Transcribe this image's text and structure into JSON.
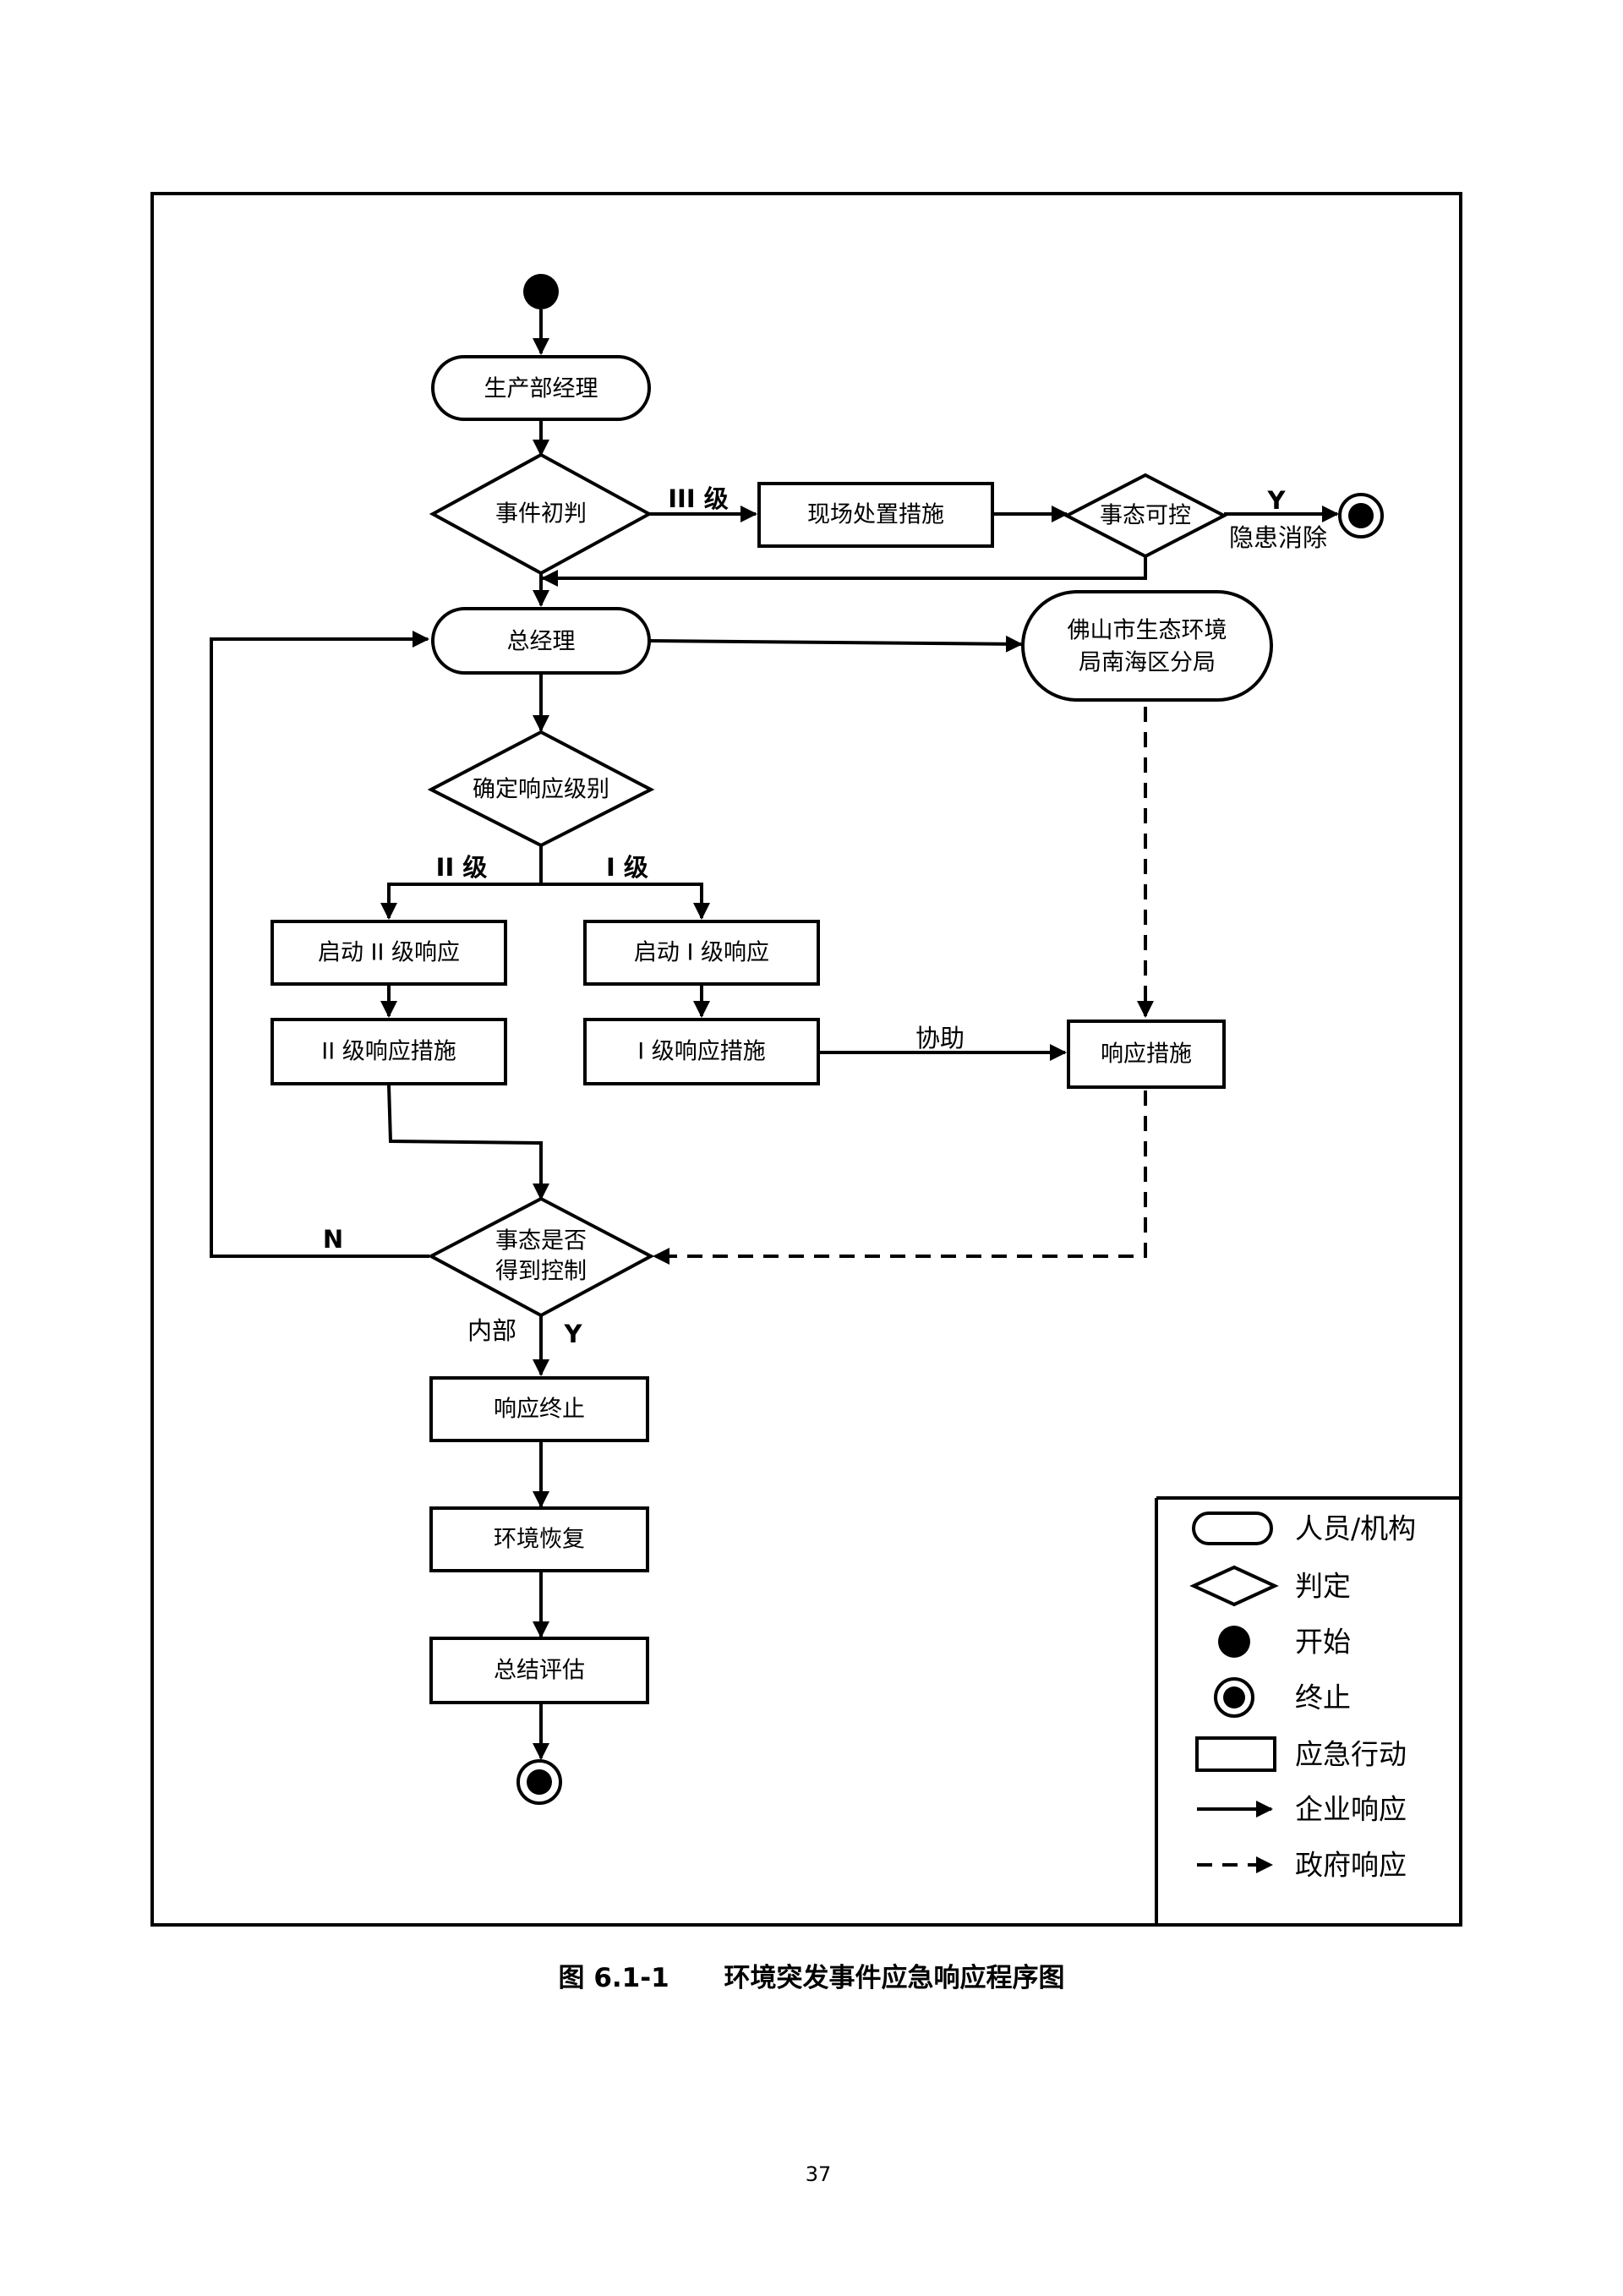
{
  "nodes": {
    "production_manager": "生产部经理",
    "initial_judgement": "事件初判",
    "onsite_measures": "现场处置措施",
    "controllable": "事态可控",
    "general_manager": "总经理",
    "env_bureau_line1": "佛山市生态环境",
    "env_bureau_line2": "局南海区分局",
    "determine_level": "确定响应级别",
    "start_level2": "启动 II 级响应",
    "start_level1": "启动 I 级响应",
    "level2_measures": "II 级响应措施",
    "level1_measures": "I 级响应措施",
    "response_measures": "响应措施",
    "controlled_line1": "事态是否",
    "controlled_line2": "得到控制",
    "response_end": "响应终止",
    "env_recovery": "环境恢复",
    "summary_eval": "总结评估"
  },
  "edge_labels": {
    "level3": "III 级",
    "yes_top": "Y",
    "hazard_cleared": "隐患消除",
    "level2": "II 级",
    "level1": "I 级",
    "assist": "协助",
    "no": "N",
    "internal": "内部",
    "yes_bottom": "Y"
  },
  "legend": {
    "person_org": "人员/机构",
    "decision": "判定",
    "start": "开始",
    "end": "终止",
    "action": "应急行动",
    "company_response": "企业响应",
    "government_response": "政府响应"
  },
  "caption": "图 6.1-1      环境突发事件应急响应程序图",
  "page_number": "37"
}
